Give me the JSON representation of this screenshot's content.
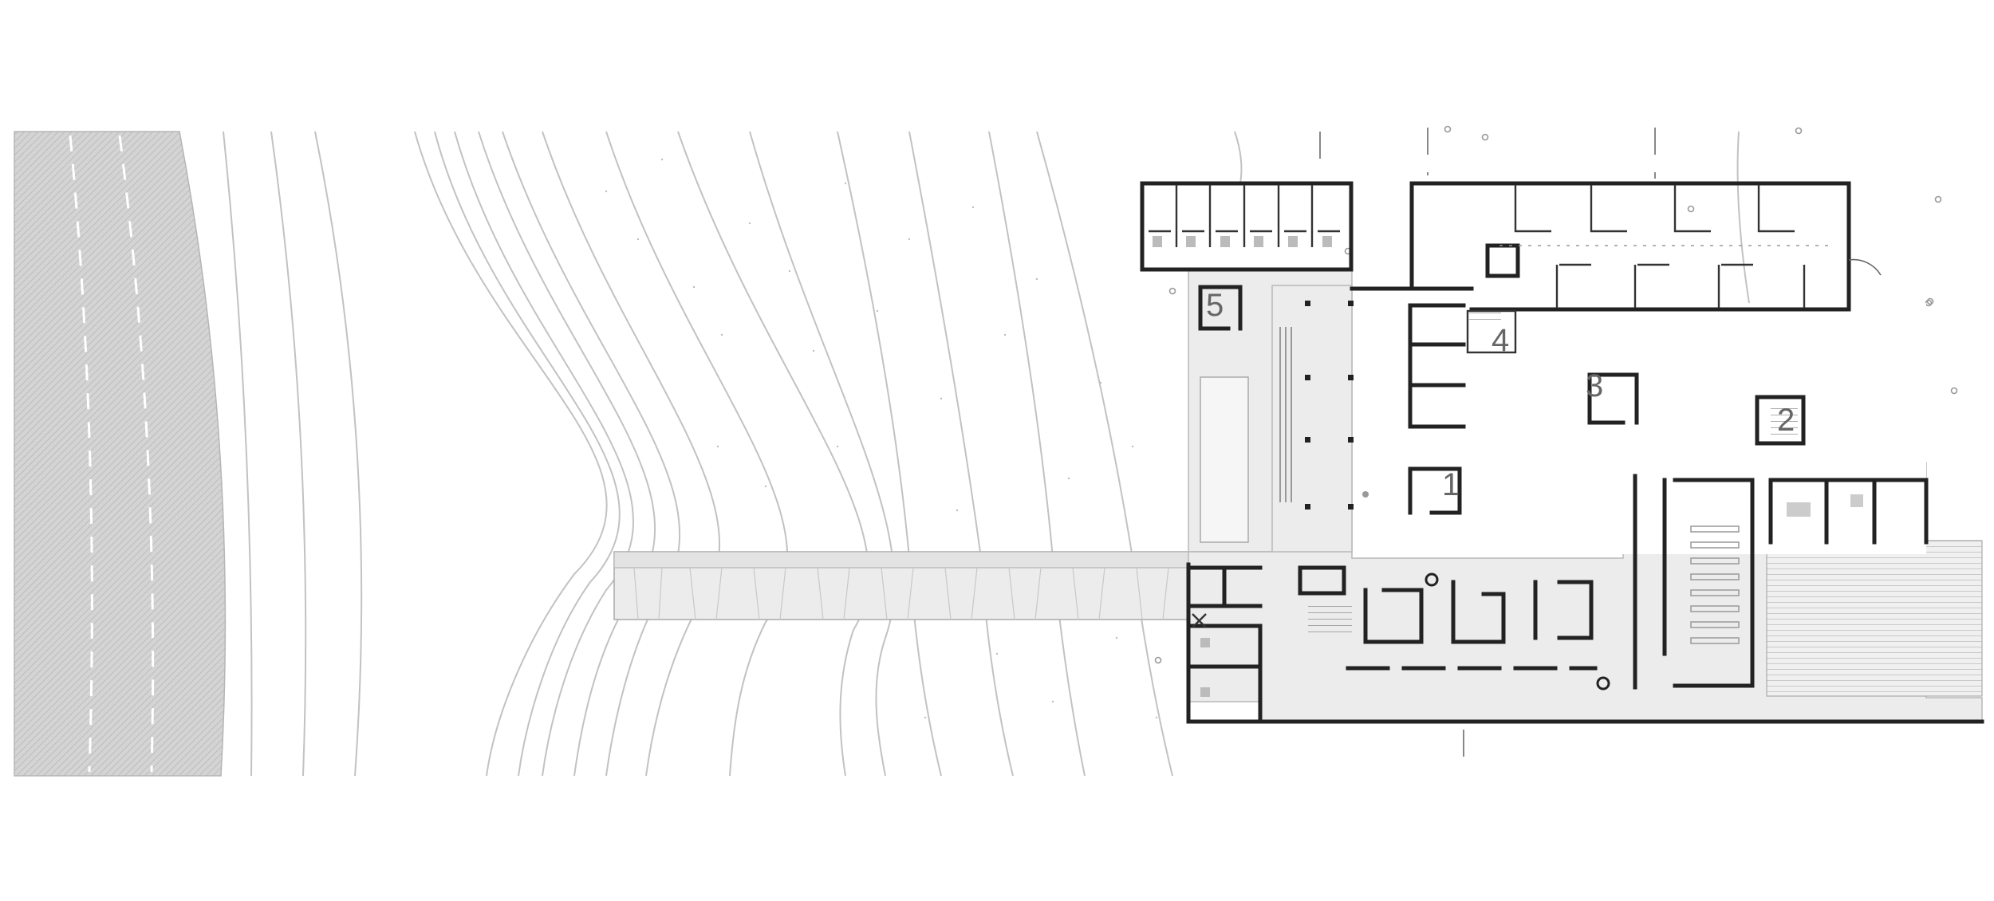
{
  "drawing": {
    "type": "architectural-site-floor-plan",
    "colors": {
      "background": "#ffffff",
      "road": "#d2d2d2",
      "road_markings": "#ffffff",
      "walls": "#222222",
      "paving": "#ececec",
      "contours": "#c2c2c2",
      "deck": "#ededed"
    },
    "room_labels": [
      {
        "id": "1",
        "text": "1"
      },
      {
        "id": "2",
        "text": "2"
      },
      {
        "id": "3",
        "text": "3"
      },
      {
        "id": "4",
        "text": "4"
      },
      {
        "id": "5",
        "text": "5"
      }
    ]
  }
}
